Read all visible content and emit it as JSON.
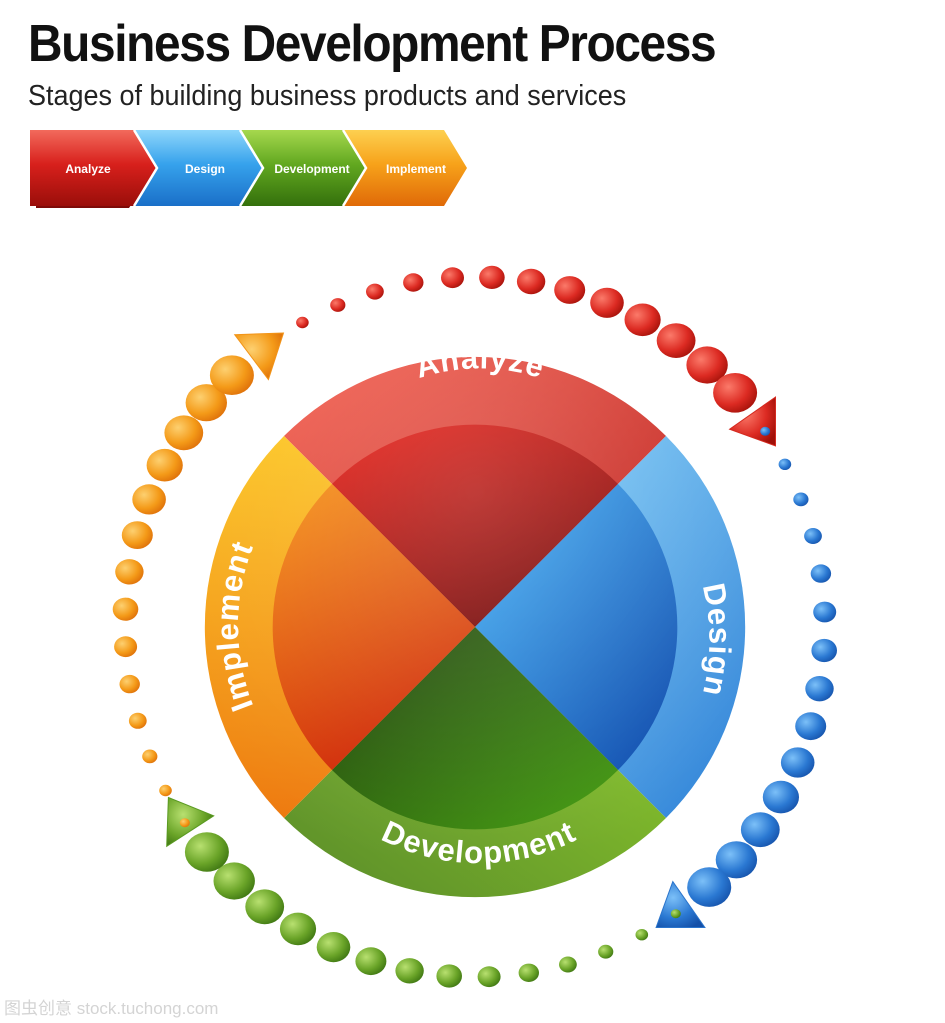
{
  "header": {
    "title": "Business Development Process",
    "subtitle": "Stages of building business products and services"
  },
  "stages": [
    {
      "label": "Analyze",
      "color": "#d8201c",
      "light": "#f05a48",
      "dark": "#8a0a08",
      "icon": "red-dots-arrow"
    },
    {
      "label": "Design",
      "color": "#2f8fe0",
      "light": "#6cc4f7",
      "dark": "#0a3f9a",
      "icon": "blue-dots-arrow"
    },
    {
      "label": "Development",
      "color": "#5aa01c",
      "light": "#8cc83a",
      "dark": "#2a5a0a",
      "icon": "green-dots-arrow"
    },
    {
      "label": "Implement",
      "color": "#f08a10",
      "light": "#fbb822",
      "dark": "#c83c0a",
      "icon": "orange-dots-arrow"
    }
  ],
  "watermark": "图虫创意  stock.tuchong.com"
}
